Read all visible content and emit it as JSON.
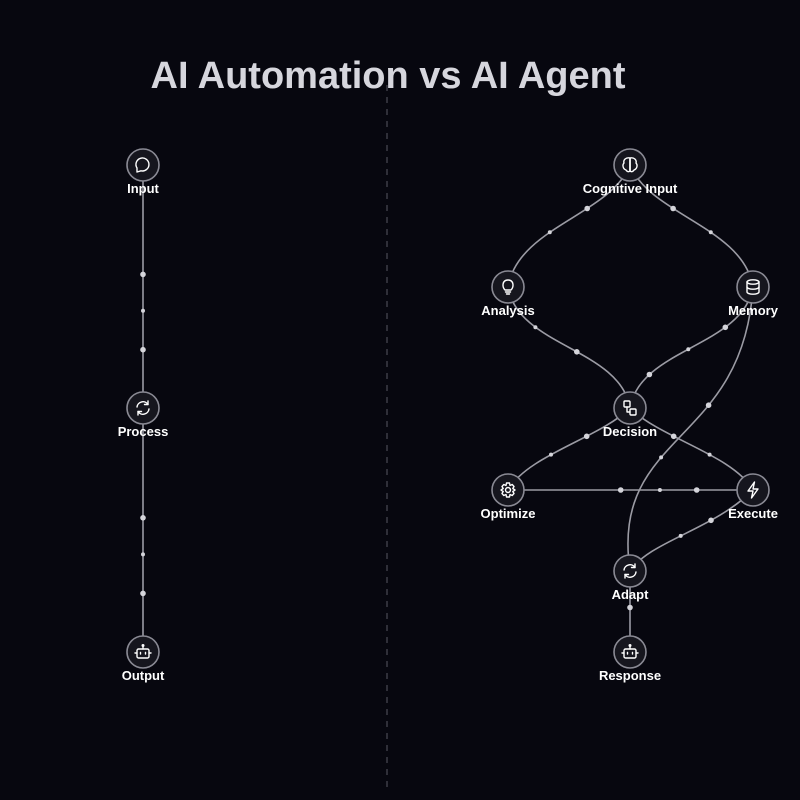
{
  "title": "AI Automation vs AI Agent",
  "automation": {
    "nodes": [
      {
        "id": "input",
        "label": "Input",
        "icon": "chat-bubble-icon"
      },
      {
        "id": "process",
        "label": "Process",
        "icon": "refresh-icon"
      },
      {
        "id": "output",
        "label": "Output",
        "icon": "robot-icon"
      }
    ],
    "edges": [
      [
        "input",
        "process"
      ],
      [
        "process",
        "output"
      ]
    ]
  },
  "agent": {
    "nodes": [
      {
        "id": "cognitive_input",
        "label": "Cognitive Input",
        "icon": "brain-icon"
      },
      {
        "id": "analysis",
        "label": "Analysis",
        "icon": "lightbulb-icon"
      },
      {
        "id": "memory",
        "label": "Memory",
        "icon": "database-icon"
      },
      {
        "id": "decision",
        "label": "Decision",
        "icon": "decision-blocks-icon"
      },
      {
        "id": "optimize",
        "label": "Optimize",
        "icon": "gear-icon"
      },
      {
        "id": "execute",
        "label": "Execute",
        "icon": "lightning-icon"
      },
      {
        "id": "adapt",
        "label": "Adapt",
        "icon": "refresh-icon"
      },
      {
        "id": "response",
        "label": "Response",
        "icon": "robot-icon"
      }
    ],
    "edges": [
      [
        "cognitive_input",
        "analysis"
      ],
      [
        "cognitive_input",
        "memory"
      ],
      [
        "analysis",
        "decision"
      ],
      [
        "memory",
        "decision"
      ],
      [
        "decision",
        "optimize"
      ],
      [
        "decision",
        "execute"
      ],
      [
        "optimize",
        "execute"
      ],
      [
        "memory",
        "adapt"
      ],
      [
        "execute",
        "adapt"
      ],
      [
        "adapt",
        "response"
      ]
    ]
  },
  "colors": {
    "background": "#07070f",
    "title": "#d6d6dd",
    "line": "#9b9ba4",
    "node_fill": "#16161e",
    "node_stroke": "#8a8a94",
    "label": "#ffffff"
  }
}
